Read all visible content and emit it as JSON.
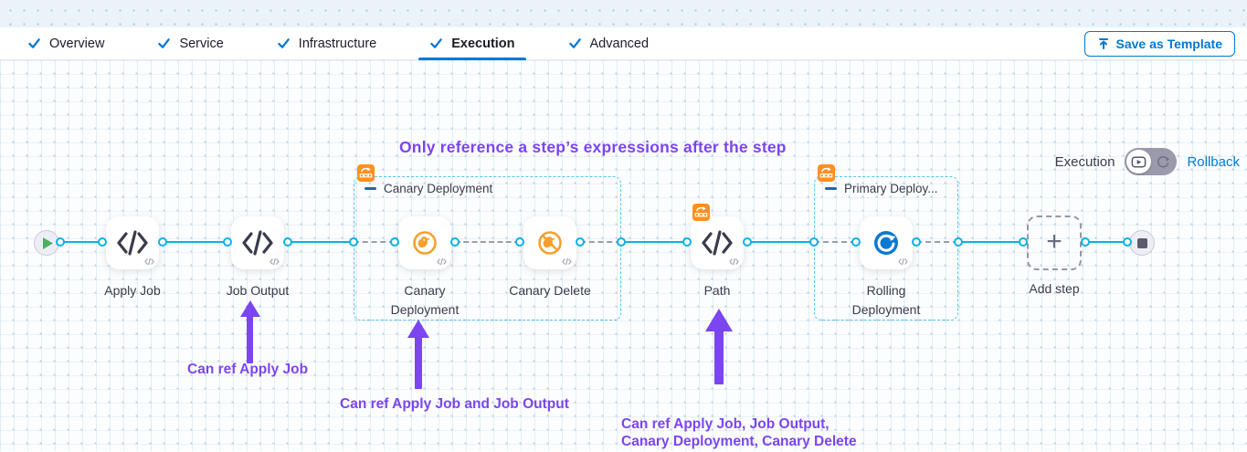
{
  "tabs": {
    "items": [
      {
        "label": "Overview",
        "active": false
      },
      {
        "label": "Service",
        "active": false
      },
      {
        "label": "Infrastructure",
        "active": false
      },
      {
        "label": "Execution",
        "active": true
      },
      {
        "label": "Advanced",
        "active": false
      }
    ],
    "save_button_label": "Save as Template"
  },
  "toolbar": {
    "execution_label": "Execution",
    "rollback_label": "Rollback"
  },
  "annotation": {
    "title": "Only reference a step’s expressions after the step",
    "note_job_output": "Can ref Apply Job",
    "note_canary": "Can ref Apply Job and Job Output",
    "note_path_line1": "Can ref Apply Job, Job Output,",
    "note_path_line2": "Canary Deployment, Canary Delete"
  },
  "pipeline": {
    "steps": {
      "apply_job": "Apply Job",
      "job_output": "Job Output",
      "canary_deployment": "Canary Deployment",
      "canary_delete": "Canary Delete",
      "path": "Path",
      "rolling_deployment": "Rolling Deployment"
    },
    "groups": {
      "canary": "Canary Deployment",
      "primary": "Primary Deploy..."
    },
    "add_step_label": "Add step",
    "plus_glyph": "+"
  },
  "icons": {
    "tab_check": "check-icon",
    "save_button": "upload-icon",
    "step_default": "code-icon",
    "canary": "canary-bird-icon",
    "canary_delete": "canary-bird-slash-icon",
    "rolling": "rolling-deployment-icon",
    "group_badge": "looping-strategy-icon",
    "toggle_left": "execution-icon",
    "toggle_right": "rollback-icon",
    "start": "play-icon",
    "end": "stop-icon"
  },
  "colors": {
    "accent_blue": "#0278d5",
    "connector_blue": "#0bb1e6",
    "group_border_blue": "#54c5f0",
    "annotation_purple": "#7b45f2",
    "strategy_orange": "#ff8f1f",
    "canary_orange": "#f5a02c",
    "start_green": "#4db05f"
  }
}
